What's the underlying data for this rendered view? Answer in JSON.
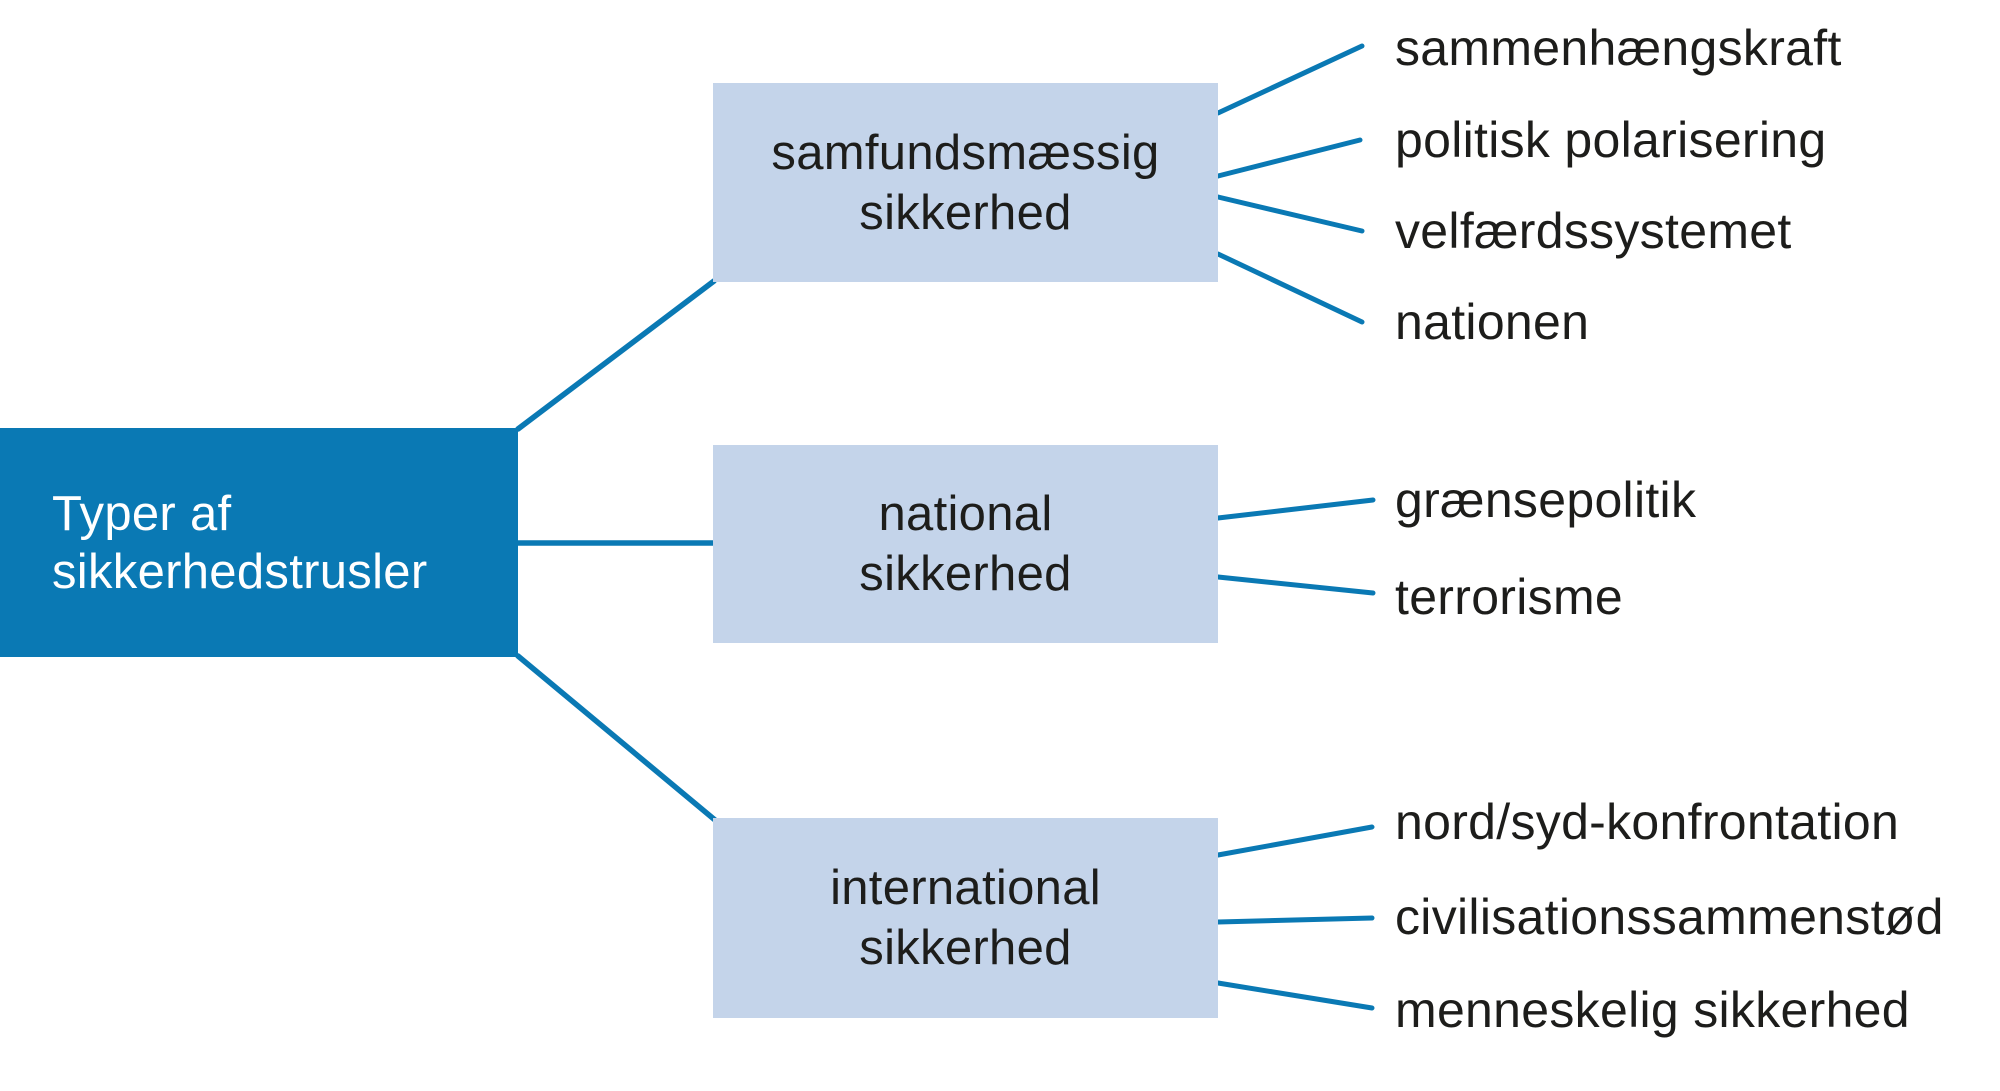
{
  "diagram": {
    "type": "tree",
    "orientation": "left-to-right"
  },
  "colors": {
    "root_fill": "#0a79b4",
    "root_text": "#ffffff",
    "branch_fill": "#c4d4ea",
    "branch_text": "#1d1d1b",
    "leaf_text": "#1d1d1b",
    "connector": "#0a79b4",
    "background": "#ffffff"
  },
  "root": {
    "label": "Typer af\nsikkerhedstrusler"
  },
  "branches": [
    {
      "label": "samfundsmæssig\nsikkerhed",
      "children": [
        "sammenhængskraft",
        "politisk polarisering",
        "velfærdssystemet",
        "nationen"
      ]
    },
    {
      "label": "national\nsikkerhed",
      "children": [
        "grænsepolitik",
        "terrorisme"
      ]
    },
    {
      "label": "international\nsikkerhed",
      "children": [
        "nord/syd-konfrontation",
        "civilisationssammenstød",
        "menneskelig sikkerhed"
      ]
    }
  ]
}
